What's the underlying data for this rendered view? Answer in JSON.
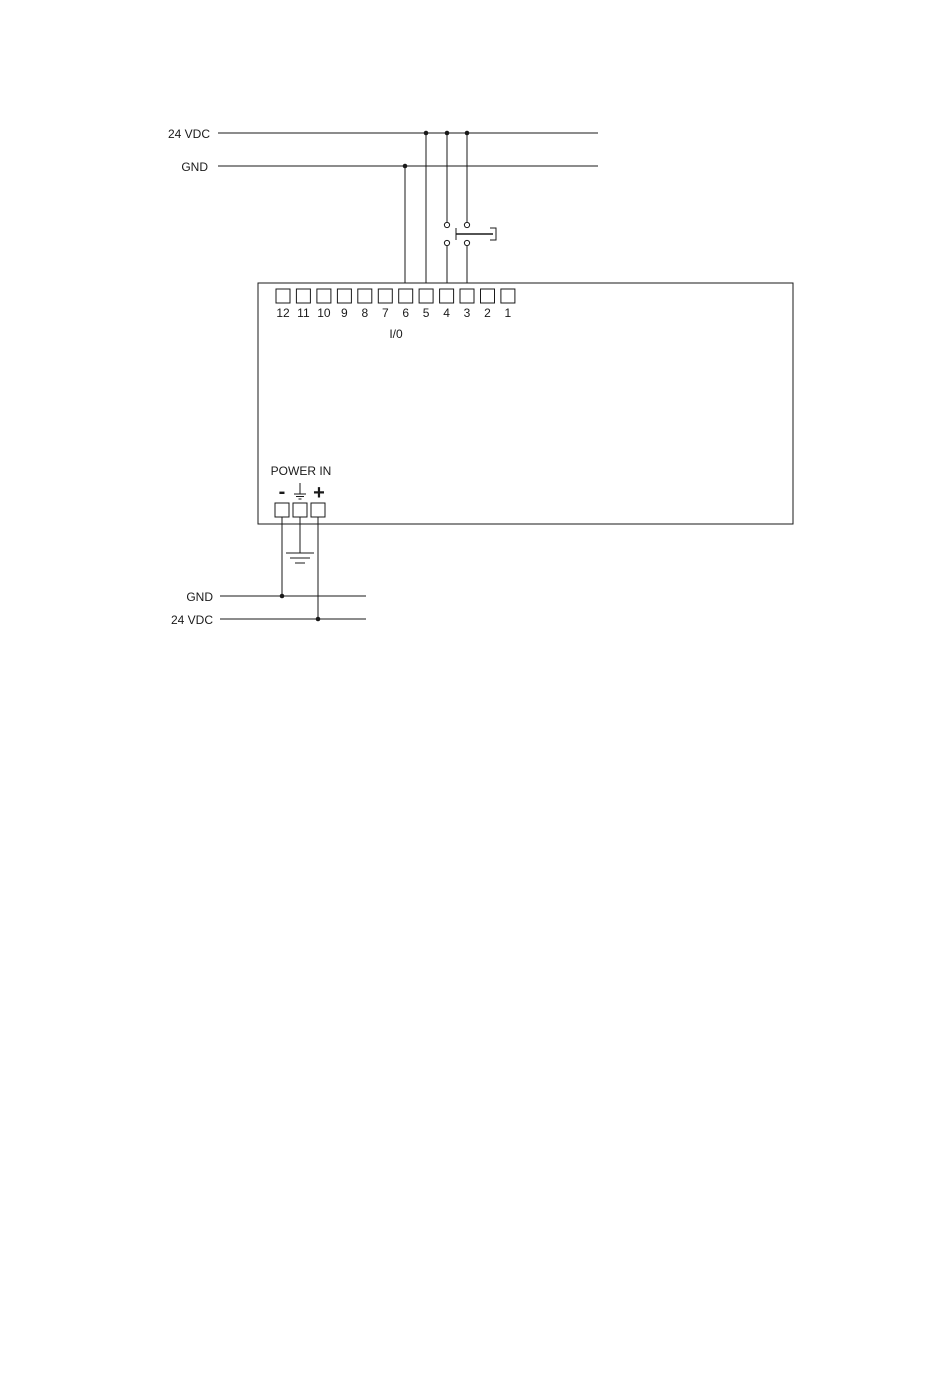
{
  "io_bus": {
    "vdc_label": "24 VDC",
    "gnd_label": "GND"
  },
  "terminal_block": {
    "title": "I/0",
    "terminals": [
      "12",
      "11",
      "10",
      "9",
      "8",
      "7",
      "6",
      "5",
      "4",
      "3",
      "2",
      "1"
    ]
  },
  "power_in": {
    "title": "POWER IN",
    "minus_symbol": "-",
    "plus_symbol": "+",
    "ground_icon": "ground-icon"
  },
  "power_bus": {
    "gnd_label": "GND",
    "vdc_label": "24 VDC"
  }
}
